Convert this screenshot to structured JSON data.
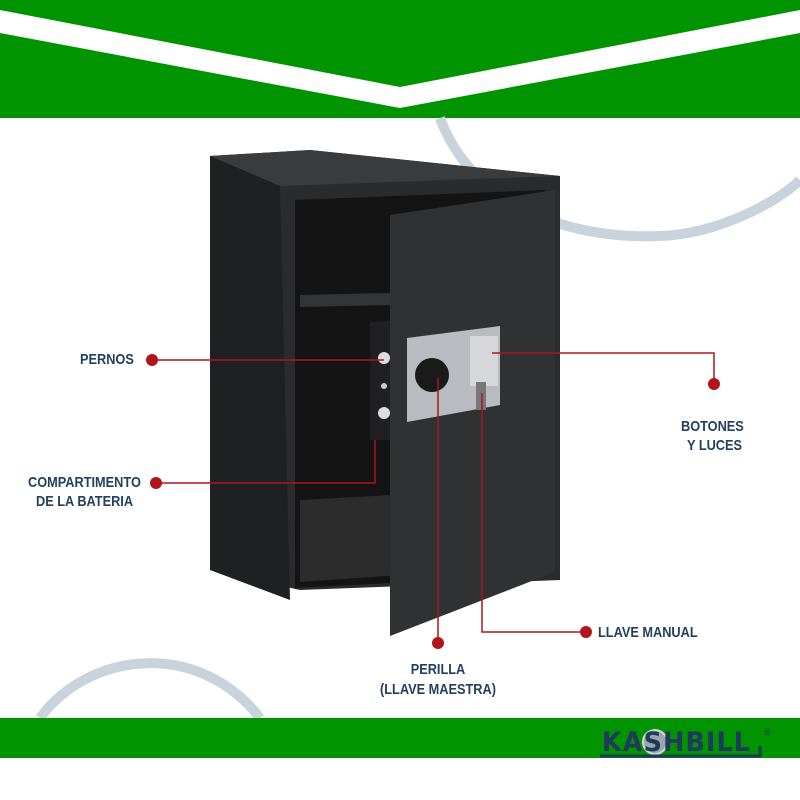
{
  "labels": {
    "pernos": "PERNOS",
    "compartimento_1": "COMPARTIMENTO",
    "compartimento_2": "DE LA BATERIA",
    "botones_1": "BOTONES",
    "botones_2": "Y LUCES",
    "llave_manual": "LLAVE MANUAL",
    "perilla_1": "PERILLA",
    "perilla_2": "(LLAVE MAESTRA)"
  },
  "brand": {
    "name": "KASHBILL",
    "registered": "®"
  },
  "colors": {
    "green": "#009400",
    "navy": "#1f3a5a",
    "callout_red": "#b0141c",
    "safe": "#2b2c2e"
  }
}
